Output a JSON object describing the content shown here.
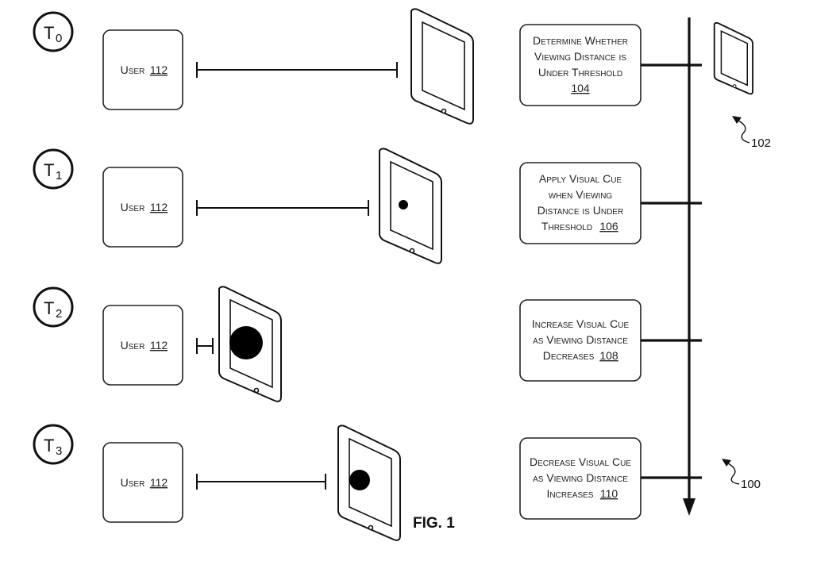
{
  "figure_label": "FIG. 1",
  "time_steps": [
    {
      "letter": "T",
      "sub": "0",
      "user_label": "User",
      "user_ref": "112",
      "cue_level": 0
    },
    {
      "letter": "T",
      "sub": "1",
      "user_label": "User",
      "user_ref": "112",
      "cue_level": 0.25
    },
    {
      "letter": "T",
      "sub": "2",
      "user_label": "User",
      "user_ref": "112",
      "cue_level": 1.0
    },
    {
      "letter": "T",
      "sub": "3",
      "user_label": "User",
      "user_ref": "112",
      "cue_level": 0.6
    }
  ],
  "process_steps": [
    {
      "lines": [
        "Determine Whether",
        "Viewing Distance is",
        "Under Threshold"
      ],
      "ref": "104"
    },
    {
      "lines": [
        "Apply Visual Cue",
        "when Viewing",
        "Distance is Under"
      ],
      "last_line": "Threshold",
      "ref": "106"
    },
    {
      "lines": [
        "Increase Visual Cue",
        "as Viewing Distance"
      ],
      "last_line": "Decreases",
      "ref": "108"
    },
    {
      "lines": [
        "Decrease Visual Cue",
        "as Viewing Distance"
      ],
      "last_line": "Increases",
      "ref": "110"
    }
  ],
  "reference_labels": {
    "device": "102",
    "process": "100"
  }
}
